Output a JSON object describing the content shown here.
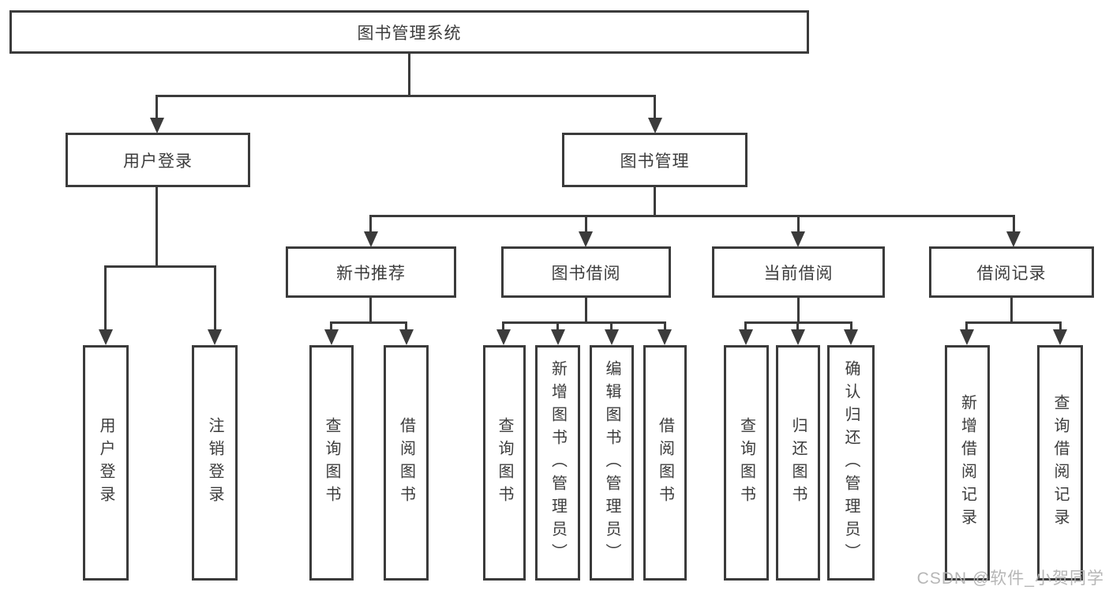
{
  "diagram": {
    "root": {
      "label": "图书管理系统"
    },
    "level2": [
      {
        "label": "用户登录"
      },
      {
        "label": "图书管理"
      }
    ],
    "level3": [
      {
        "label": "新书推荐",
        "parent": "图书管理"
      },
      {
        "label": "图书借阅",
        "parent": "图书管理"
      },
      {
        "label": "当前借阅",
        "parent": "图书管理"
      },
      {
        "label": "借阅记录",
        "parent": "图书管理"
      }
    ],
    "leaves": [
      {
        "label": "用户登录",
        "parent": "用户登录"
      },
      {
        "label": "注销登录",
        "parent": "用户登录"
      },
      {
        "label": "查询图书",
        "parent": "新书推荐"
      },
      {
        "label": "借阅图书",
        "parent": "新书推荐"
      },
      {
        "label": "查询图书",
        "parent": "图书借阅"
      },
      {
        "label": "新增图书（管理员）",
        "parent": "图书借阅"
      },
      {
        "label": "编辑图书（管理员）",
        "parent": "图书借阅"
      },
      {
        "label": "借阅图书",
        "parent": "图书借阅"
      },
      {
        "label": "查询图书",
        "parent": "当前借阅"
      },
      {
        "label": "归还图书",
        "parent": "当前借阅"
      },
      {
        "label": "确认归还（管理员）",
        "parent": "当前借阅"
      },
      {
        "label": "新增借阅记录",
        "parent": "借阅记录"
      },
      {
        "label": "查询借阅记录",
        "parent": "借阅记录"
      }
    ],
    "colors": {
      "line": "#3b3b3b",
      "background": "#ffffff",
      "watermark": "#b2b2b2"
    }
  },
  "watermark": {
    "text": "CSDN @软件_小贺同学"
  }
}
